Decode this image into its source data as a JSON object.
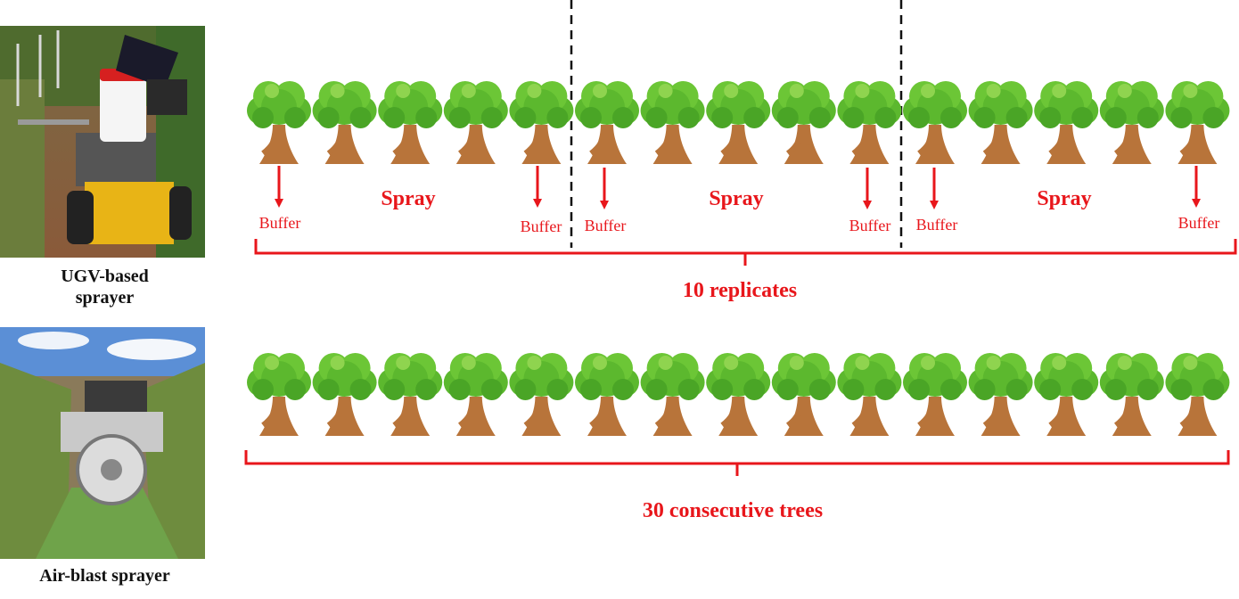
{
  "left_panel": {
    "ugv_caption_line1": "UGV-based",
    "ugv_caption_line2": "sprayer",
    "airblast_caption": "Air-blast sprayer"
  },
  "top_row": {
    "tree_count": 15,
    "sections": [
      {
        "spray_label": "Spray",
        "buffer_left": "Buffer",
        "buffer_right": "Buffer"
      },
      {
        "spray_label": "Spray",
        "buffer_left": "Buffer",
        "buffer_right": "Buffer"
      },
      {
        "spray_label": "Spray",
        "buffer_left": "Buffer",
        "buffer_right": "Buffer"
      }
    ],
    "bracket_label": "10 replicates"
  },
  "bottom_row": {
    "tree_count": 15,
    "bracket_label": "30 consecutive trees"
  },
  "colors": {
    "accent_red": "#e8161b",
    "tree_green": "#5cb82e",
    "tree_green_light": "#8fd44f",
    "trunk_brown": "#b8743a",
    "divider": "#111111"
  }
}
